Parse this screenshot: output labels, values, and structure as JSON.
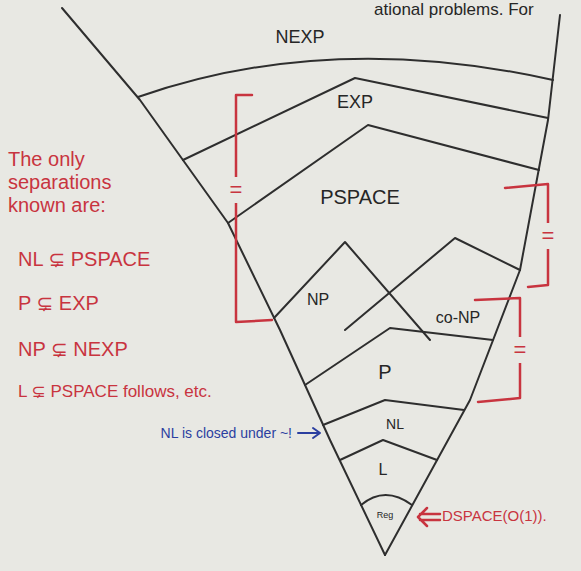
{
  "diagram": {
    "nodes": [
      {
        "text": [
          "NEXP"
        ]
      },
      {
        "text": [
          "EXP"
        ],
        "in": 0
      },
      {
        "text": [
          "PSPACE"
        ],
        "in": 1
      },
      {
        "text": [
          "NP"
        ],
        "in": 2
      },
      {
        "text": [
          "co-NP"
        ],
        "in": 2
      },
      {
        "text": [
          "P"
        ],
        "in": 3
      },
      {
        "text": [
          "NL"
        ],
        "in": 5
      },
      {
        "text": [
          "L"
        ],
        "in": 6
      },
      {
        "text": [
          "Reg"
        ],
        "in": 7
      }
    ],
    "labels": [
      "ational problems. For",
      "The only separations known are:",
      "NL ⊊ PSPACE",
      "P ⊊ EXP",
      "NP ⊊ NEXP",
      "L ⊊ PSPACE follows, etc.",
      "NL is closed under ~!",
      "=",
      "=",
      "=",
      "DSPACE(O(1))."
    ]
  }
}
